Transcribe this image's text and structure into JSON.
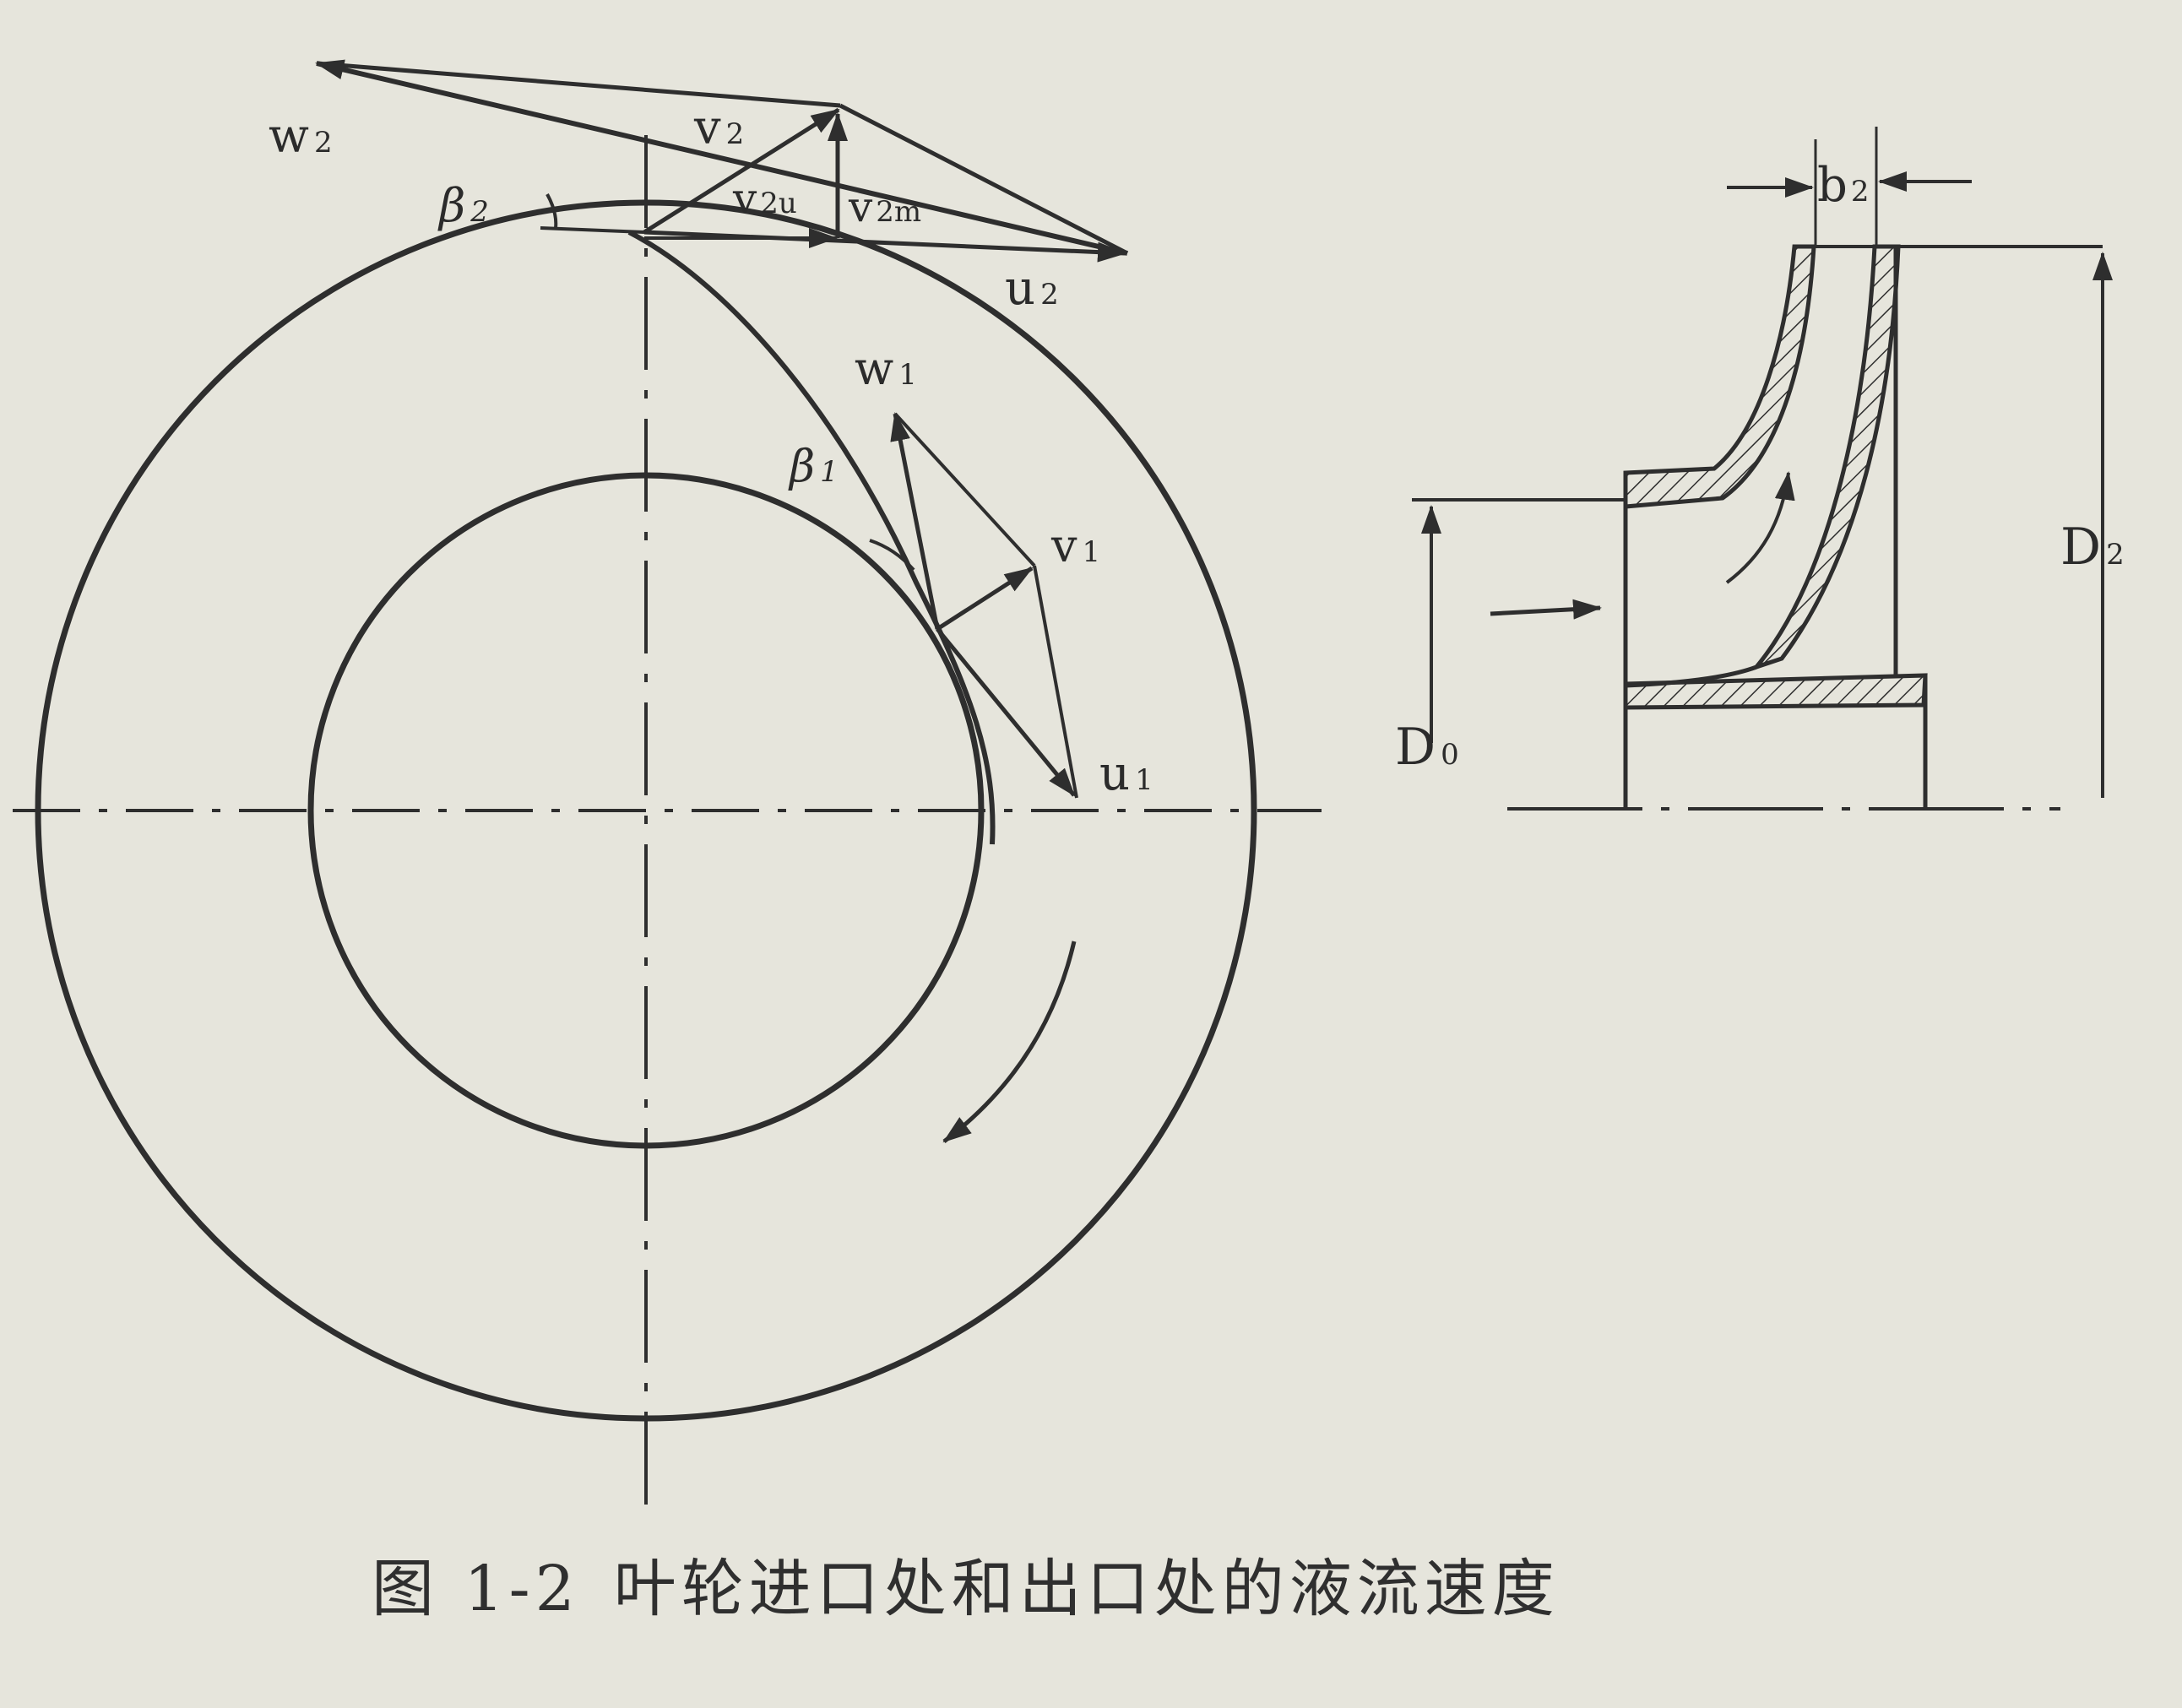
{
  "figure": {
    "caption_number": "图 1-2",
    "caption_text": "叶轮进口处和出口处的液流速度"
  },
  "labels": {
    "w2": {
      "base": "w",
      "sub": "2"
    },
    "v2": {
      "base": "v",
      "sub": "2"
    },
    "beta2": {
      "base": "β",
      "sub": "2"
    },
    "v2u": {
      "base": "v",
      "sub": "2u"
    },
    "v2m": {
      "base": "v",
      "sub": "2m"
    },
    "u2": {
      "base": "u",
      "sub": "2"
    },
    "w1": {
      "base": "w",
      "sub": "1"
    },
    "beta1": {
      "base": "β",
      "sub": "1"
    },
    "v1": {
      "base": "v",
      "sub": "1"
    },
    "u1": {
      "base": "u",
      "sub": "1"
    },
    "b2": {
      "base": "b",
      "sub": "2"
    },
    "D2": {
      "base": "D",
      "sub": "2"
    },
    "D0": {
      "base": "D",
      "sub": "0"
    }
  },
  "colors": {
    "paper": "#e6e5dc",
    "ink": "#2e2e2e"
  }
}
